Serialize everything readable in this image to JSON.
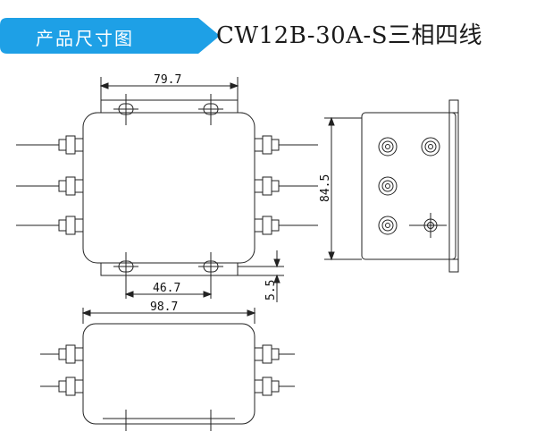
{
  "header": {
    "banner_label": "产品尺寸图",
    "model_title": "CW12B-30A-S三相四线",
    "banner_color": "#1ea0e6"
  },
  "dimensions": {
    "top_width": "79.7",
    "mount_spacing": "46.7",
    "mount_offset": "5.5",
    "side_height": "84.5",
    "total_length": "98.7"
  }
}
